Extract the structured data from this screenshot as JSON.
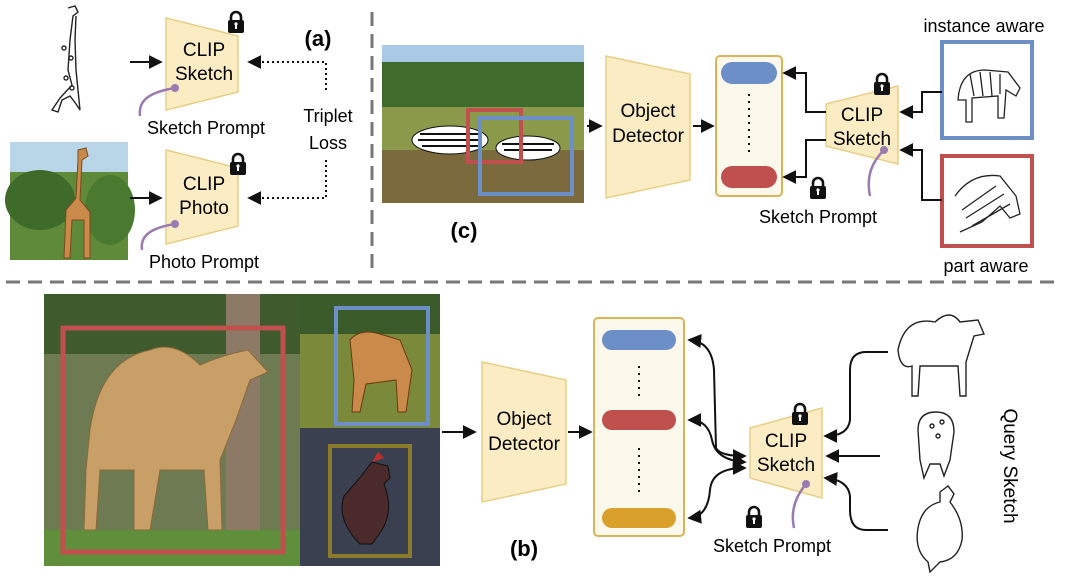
{
  "panel_a": {
    "label": "(a)",
    "sketch_encoder": {
      "line1": "CLIP",
      "line2": "Sketch"
    },
    "photo_encoder": {
      "line1": "CLIP",
      "line2": "Photo"
    },
    "sketch_prompt": "Sketch Prompt",
    "photo_prompt": "Photo Prompt",
    "loss": {
      "line1": "Triplet",
      "line2": "Loss"
    }
  },
  "panel_c": {
    "label": "(c)",
    "detector": {
      "line1": "Object",
      "line2": "Detector"
    },
    "encoder": {
      "line1": "CLIP",
      "line2": "Sketch"
    },
    "prompt": "Sketch Prompt",
    "instance_label": "instance aware",
    "part_label": "part aware"
  },
  "panel_b": {
    "label": "(b)",
    "detector": {
      "line1": "Object",
      "line2": "Detector"
    },
    "encoder": {
      "line1": "CLIP",
      "line2": "Sketch"
    },
    "prompt": "Sketch Prompt",
    "query_label": "Query Sketch"
  },
  "colors": {
    "module_fill": "#fbecc4",
    "module_stroke": "#e8cf87",
    "blue": "#6b8fc6",
    "red": "#c0504d",
    "gold": "#d9a12c",
    "prompt_curve": "#9a7bb0",
    "dash": "#777777"
  },
  "icons": [
    "lock-icon",
    "giraffe-sketch",
    "zebra-sketch",
    "camel-sketch",
    "rooster-sketch",
    "deer-sketch"
  ]
}
